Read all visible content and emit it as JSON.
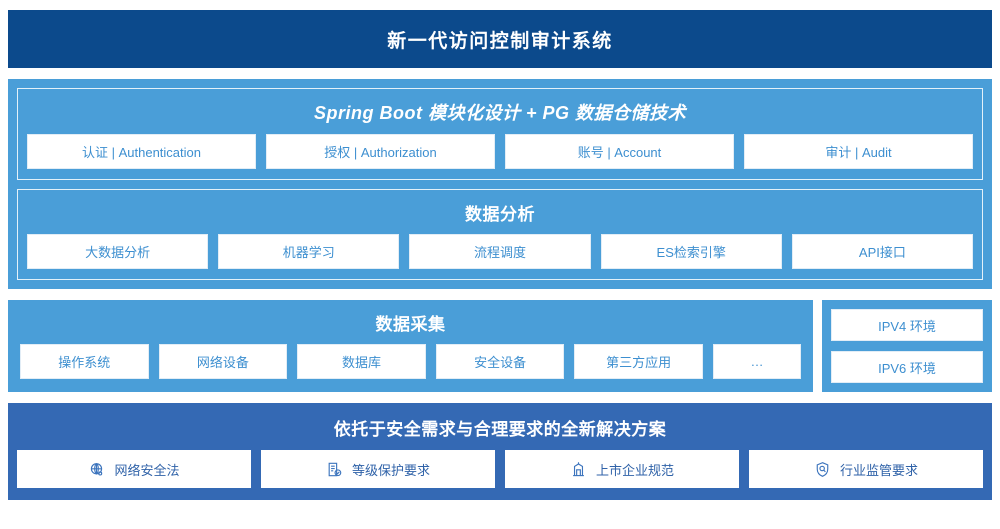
{
  "header": {
    "title": "新一代访问控制审计系统"
  },
  "platform": {
    "framework_group": {
      "title": "Spring Boot 模块化设计 + PG 数据仓储技术",
      "items": [
        {
          "label": "认证 | Authentication"
        },
        {
          "label": "授权 | Authorization"
        },
        {
          "label": "账号 | Account"
        },
        {
          "label": "审计 | Audit"
        }
      ]
    },
    "analysis_group": {
      "title": "数据分析",
      "items": [
        {
          "label": "大数据分析"
        },
        {
          "label": "机器学习"
        },
        {
          "label": "流程调度"
        },
        {
          "label": "ES检索引擎"
        },
        {
          "label": "API接口"
        }
      ]
    }
  },
  "collection": {
    "title": "数据采集",
    "items": [
      {
        "label": "操作系统"
      },
      {
        "label": "网络设备"
      },
      {
        "label": "数据库"
      },
      {
        "label": "安全设备"
      },
      {
        "label": "第三方应用"
      },
      {
        "label": "…"
      }
    ],
    "environments": [
      {
        "label": "IPV4 环境"
      },
      {
        "label": "IPV6 环境"
      }
    ]
  },
  "compliance": {
    "title": "依托于安全需求与合理要求的全新解决方案",
    "items": [
      {
        "label": "网络安全法",
        "icon": "globe-network-icon"
      },
      {
        "label": "等级保护要求",
        "icon": "document-check-icon"
      },
      {
        "label": "上市企业规范",
        "icon": "bank-building-icon"
      },
      {
        "label": "行业监管要求",
        "icon": "shield-search-icon"
      }
    ]
  },
  "colors": {
    "header_navy": "#0c4a8c",
    "panel_blue": "#4a9ed8",
    "bottom_blue": "#3469b4",
    "chip_text_blue": "#3d8fd0",
    "bottom_chip_text": "#2f62a8",
    "chip_background": "#ffffff"
  }
}
